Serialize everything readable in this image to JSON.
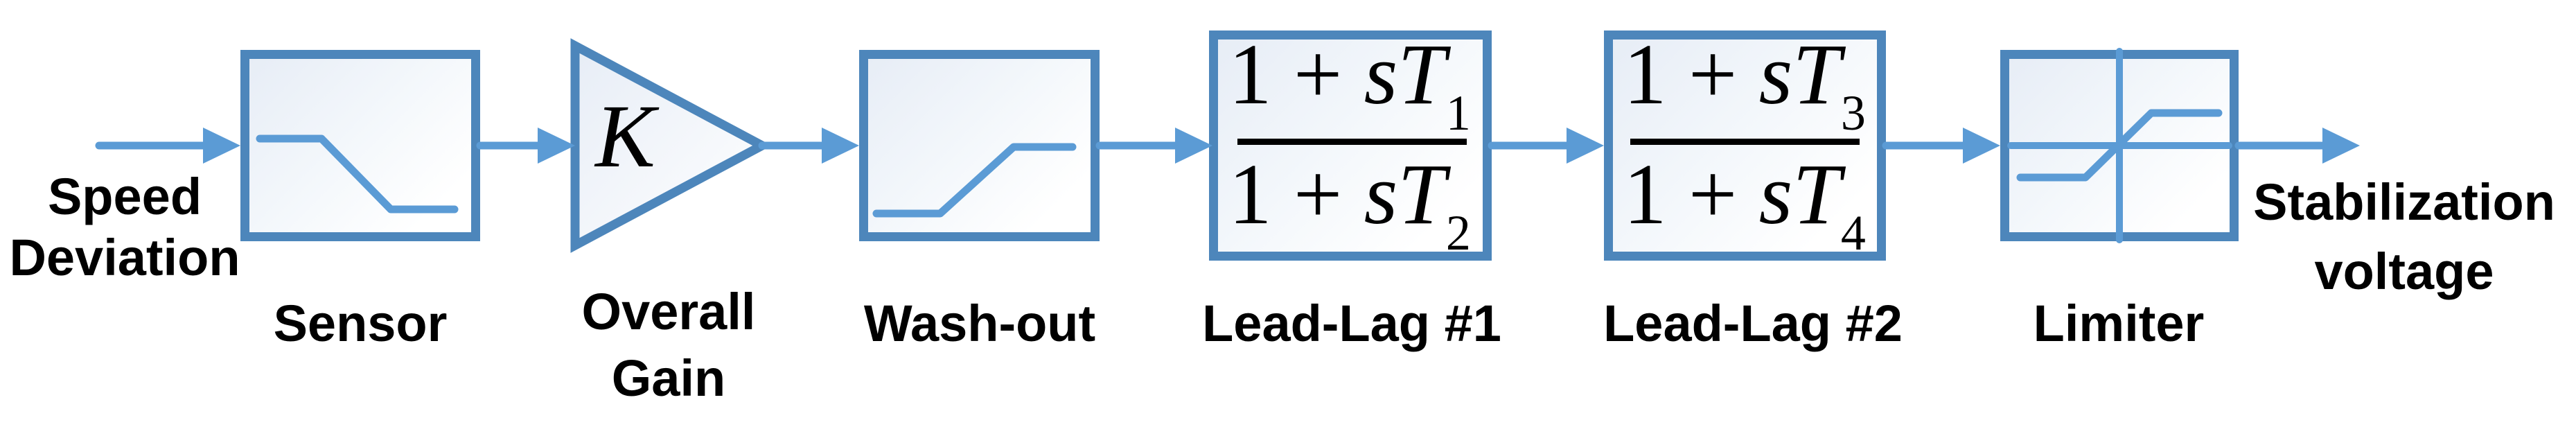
{
  "input_label": {
    "line1": "Speed",
    "line2": "Deviation"
  },
  "output_label": {
    "line1": "Stabilization",
    "line2": "voltage"
  },
  "blocks": {
    "sensor": {
      "label": "Sensor"
    },
    "gain": {
      "symbol": "K",
      "label_line1": "Overall",
      "label_line2": "Gain"
    },
    "washout": {
      "label": "Wash-out"
    },
    "leadlag1": {
      "label": "Lead-Lag #1",
      "formula": {
        "numerator_roman": "1 + ",
        "numerator_italic": "sT",
        "numerator_sub": "1",
        "denominator_roman": "1 + ",
        "denominator_italic": "sT",
        "denominator_sub": "2"
      }
    },
    "leadlag2": {
      "label": "Lead-Lag #2",
      "formula": {
        "numerator_roman": "1 + ",
        "numerator_italic": "sT",
        "numerator_sub": "3",
        "denominator_roman": "1 + ",
        "denominator_italic": "sT",
        "denominator_sub": "4"
      }
    },
    "limiter": {
      "label": "Limiter"
    }
  },
  "signal_flow": [
    "Speed Deviation",
    "Sensor",
    "Overall Gain",
    "Wash-out",
    "Lead-Lag #1",
    "Lead-Lag #2",
    "Limiter",
    "Stabilization voltage"
  ],
  "colors": {
    "block_border": "#4d86bb",
    "signal_line": "#5b9bd5",
    "block_fill_start": "#e7edf6",
    "block_fill_end": "#ffffff",
    "text": "#000000",
    "fraction_bar": "#000000"
  }
}
